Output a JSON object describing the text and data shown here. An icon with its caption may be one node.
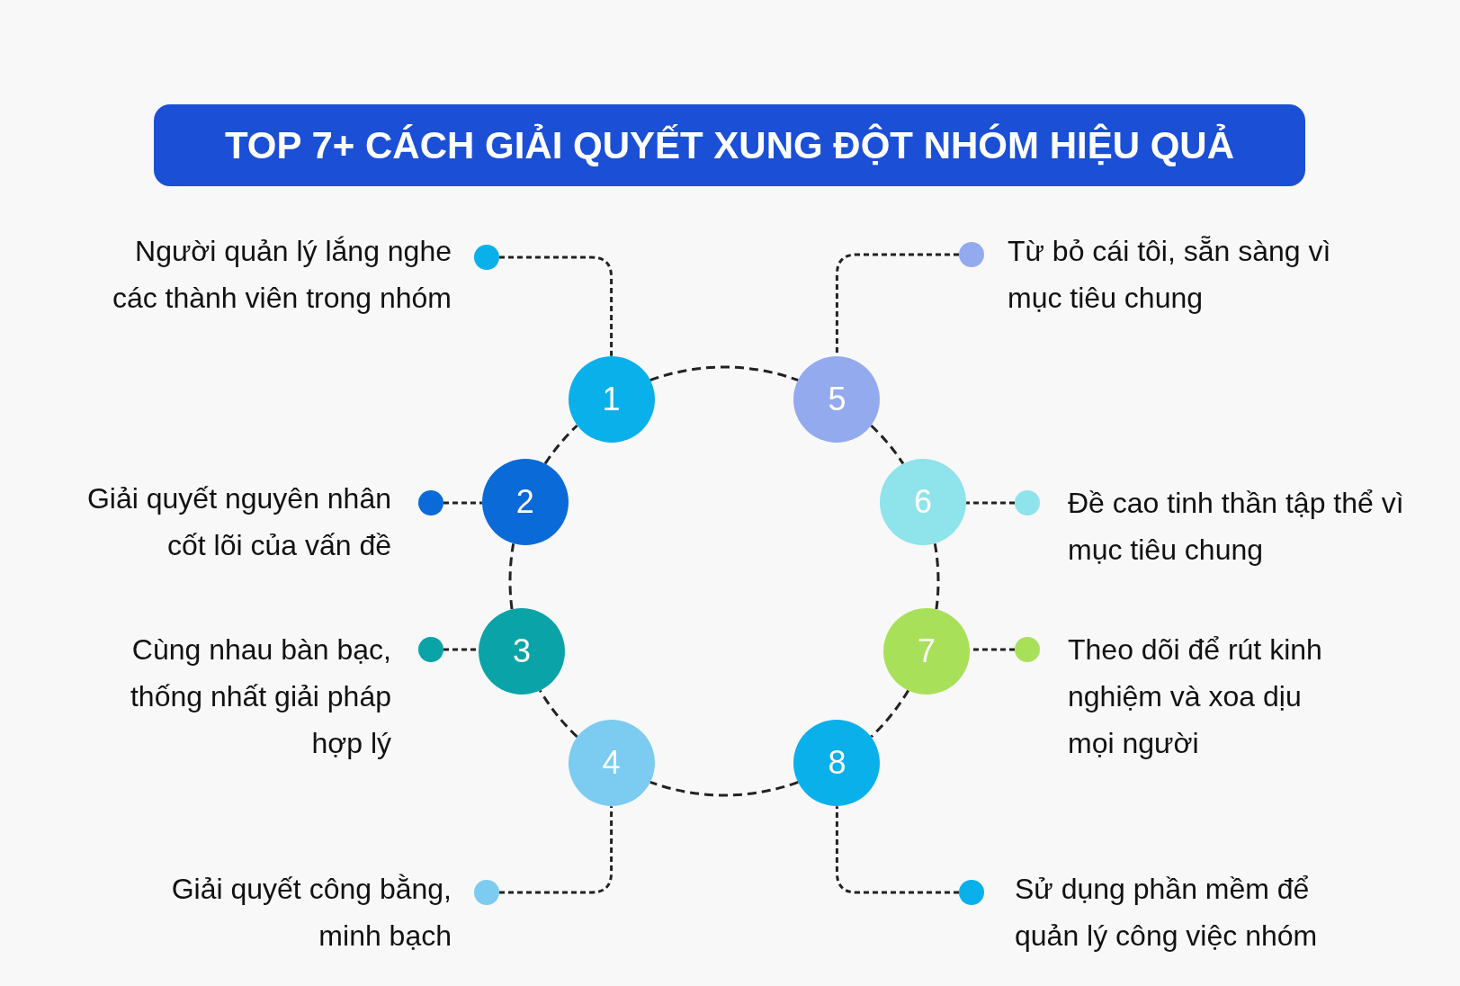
{
  "diagram": {
    "title": "TOP 7+ CÁCH GIẢI QUYẾT XUNG ĐỘT NHÓM HIỆU QUẢ",
    "nodes": [
      {
        "text": [
          "1"
        ]
      },
      {
        "text": [
          "2"
        ]
      },
      {
        "text": [
          "3"
        ]
      },
      {
        "text": [
          "4"
        ]
      },
      {
        "text": [
          "5"
        ]
      },
      {
        "text": [
          "6"
        ]
      },
      {
        "text": [
          "7"
        ]
      },
      {
        "text": [
          "8"
        ]
      },
      {
        "text": [],
        "shape": "circle",
        "beside": [
          "Người quản lý lắng nghe các thành viên trong nhóm"
        ]
      },
      {
        "text": [],
        "shape": "circle",
        "beside": [
          "Giải quyết nguyên nhân cốt lõi của vấn đề"
        ]
      },
      {
        "text": [],
        "shape": "circle",
        "beside": [
          "Cùng nhau bàn bạc, thống nhất giải pháp hợp lý"
        ]
      },
      {
        "text": [],
        "shape": "circle",
        "beside": [
          "Giải quyết công bằng, minh bạch"
        ]
      },
      {
        "text": [],
        "shape": "circle",
        "beside": [
          "Từ bỏ cái tôi, sẵn sàng vì mục tiêu chung"
        ]
      },
      {
        "text": [],
        "shape": "circle",
        "beside": [
          "Đề cao tinh thần tập thể vì mục tiêu chung"
        ]
      },
      {
        "text": [],
        "shape": "circle",
        "beside": [
          "Theo dõi để rút kinh nghiệm và xoa dịu mọi người"
        ]
      },
      {
        "text": [],
        "shape": "circle",
        "beside": [
          "Sử dụng phần mềm để quản lý công việc nhóm"
        ]
      }
    ],
    "edges": [
      {
        "from": 8,
        "to": 0,
        "arrow": "none",
        "style": "dashed"
      },
      {
        "from": 9,
        "to": 1,
        "arrow": "none",
        "style": "dashed"
      },
      {
        "from": 10,
        "to": 2,
        "arrow": "none",
        "style": "dashed"
      },
      {
        "from": 11,
        "to": 3,
        "arrow": "none",
        "style": "dashed"
      },
      {
        "from": 12,
        "to": 4,
        "arrow": "none",
        "style": "dashed"
      },
      {
        "from": 13,
        "to": 5,
        "arrow": "none",
        "style": "dashed"
      },
      {
        "from": 14,
        "to": 6,
        "arrow": "none",
        "style": "dashed"
      },
      {
        "from": 15,
        "to": 7,
        "arrow": "none",
        "style": "dashed"
      },
      {
        "from": 0,
        "to": 4,
        "arrow": "none",
        "style": "dashed"
      },
      {
        "from": 4,
        "to": 5,
        "arrow": "none",
        "style": "dashed"
      },
      {
        "from": 5,
        "to": 6,
        "arrow": "none",
        "style": "dashed"
      },
      {
        "from": 6,
        "to": 7,
        "arrow": "none",
        "style": "dashed"
      },
      {
        "from": 7,
        "to": 3,
        "arrow": "none",
        "style": "dashed"
      },
      {
        "from": 3,
        "to": 2,
        "arrow": "none",
        "style": "dashed"
      },
      {
        "from": 2,
        "to": 1,
        "arrow": "none",
        "style": "dashed"
      },
      {
        "from": 1,
        "to": 0,
        "arrow": "none",
        "style": "dashed"
      }
    ]
  }
}
